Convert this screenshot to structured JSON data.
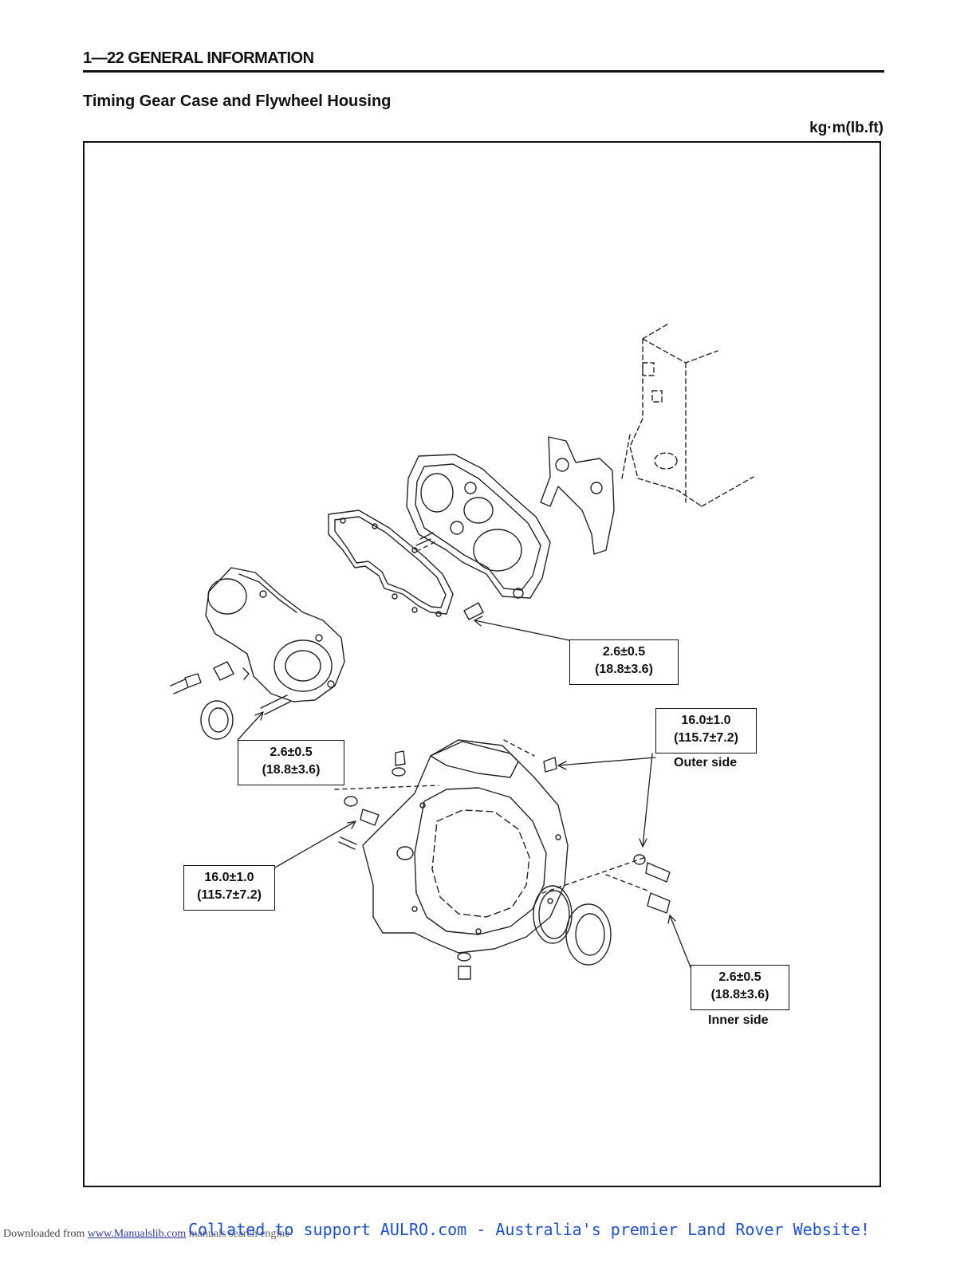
{
  "header": {
    "page_title": "1—22 GENERAL INFORMATION"
  },
  "section": {
    "title": "Timing Gear Case and Flywheel Housing",
    "unit": "kg·m(lb.ft)"
  },
  "torque_specs": [
    {
      "kgm": "2.6±0.5",
      "lbft": "(18.8±3.6)"
    },
    {
      "kgm": "2.6±0.5",
      "lbft": "(18.8±3.6)"
    },
    {
      "kgm": "16.0±1.0",
      "lbft": "(115.7±7.2)",
      "note": "Outer side"
    },
    {
      "kgm": "16.0±1.0",
      "lbft": "(115.7±7.2)"
    },
    {
      "kgm": "2.6±0.5",
      "lbft": "(18.8±3.6)",
      "note": "Inner side"
    }
  ],
  "footer": {
    "prefix": "Downloaded from ",
    "link": "www.Manualslib.com",
    "suffix": " manuals search engine",
    "credit": "Collated to support AULRO.com - Australia's premier Land Rover Website!"
  }
}
